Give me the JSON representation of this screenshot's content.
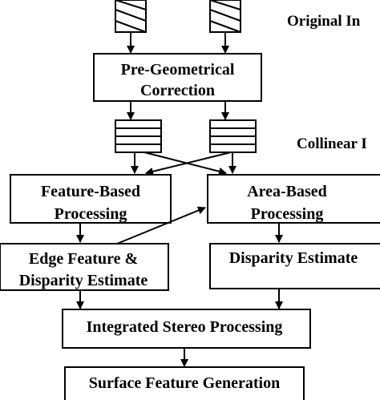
{
  "labels": {
    "original": "Original In",
    "collinear": "Collinear I"
  },
  "boxes": {
    "pre_geometrical": [
      "Pre-Geometrical",
      "Correction"
    ],
    "feature_based": [
      "Feature-Based",
      "Processing"
    ],
    "area_based": [
      "Area-Based",
      "Processing"
    ],
    "edge_feature": [
      "Edge Feature &",
      "Disparity Estimate"
    ],
    "disparity_estimate": "Disparity Estimate",
    "integrated_stereo": "Integrated Stereo Processing",
    "surface_feature": "Surface Feature Generation"
  }
}
